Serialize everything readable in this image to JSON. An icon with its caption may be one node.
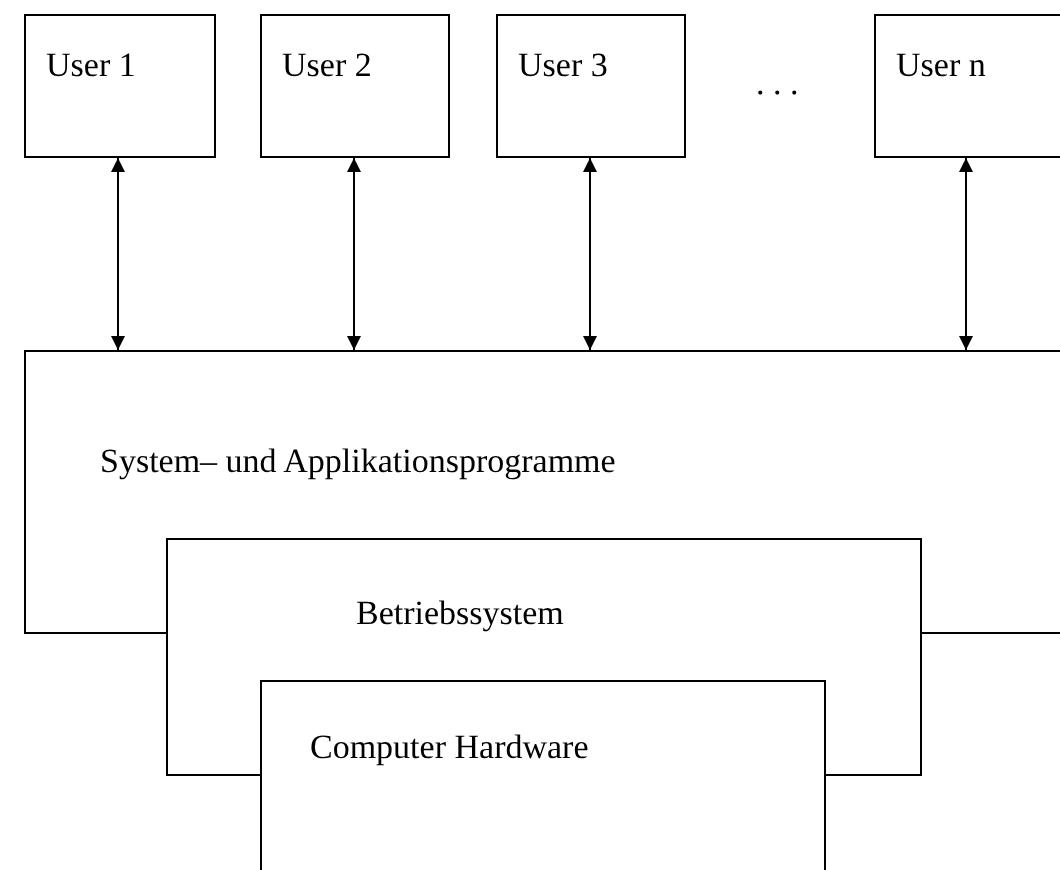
{
  "diagram": {
    "nodes": [
      {
        "text": [
          "User 1"
        ]
      },
      {
        "text": [
          "User 2"
        ]
      },
      {
        "text": [
          "User 3"
        ]
      },
      {
        "text": [
          "User n"
        ]
      },
      {
        "text": [
          "System– und Applikationsprogramme"
        ]
      },
      {
        "text": [
          "Betriebssystem"
        ]
      },
      {
        "text": [
          "Computer Hardware"
        ]
      }
    ],
    "edges": [
      {
        "from": 0,
        "to": 4,
        "arrow": "both"
      },
      {
        "from": 1,
        "to": 4,
        "arrow": "both"
      },
      {
        "from": 2,
        "to": 4,
        "arrow": "both"
      },
      {
        "from": 3,
        "to": 4,
        "arrow": "both"
      }
    ],
    "labels": [
      ". . ."
    ]
  }
}
